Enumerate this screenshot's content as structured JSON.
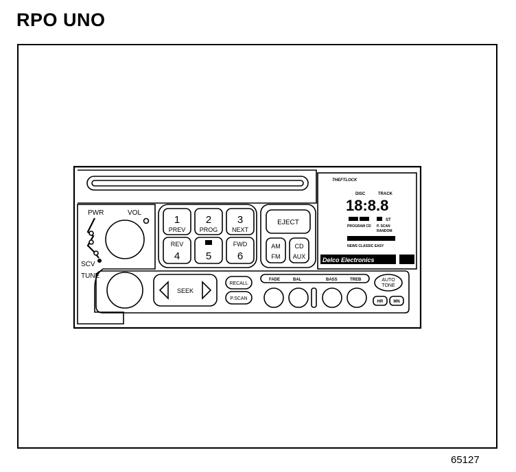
{
  "heading": "RPO UNO",
  "figure_number": "65127",
  "radio": {
    "left_labels": {
      "pwr": "PWR",
      "vol": "VOL",
      "scv": "SCV",
      "tune": "TUNE"
    },
    "presets": [
      {
        "num": "1",
        "label": "PREV"
      },
      {
        "num": "2",
        "label": "PROG"
      },
      {
        "num": "3",
        "label": "NEXT"
      },
      {
        "num": "4",
        "label": "REV"
      },
      {
        "num": "5",
        "label": ""
      },
      {
        "num": "6",
        "label": "FWD"
      }
    ],
    "eject": "EJECT",
    "am_fm": {
      "top": "AM",
      "bottom": "FM"
    },
    "cd_aux": {
      "top": "CD",
      "bottom": "AUX"
    },
    "seek": "SEEK",
    "recall": "RECALL",
    "pscan": "P.SCAN",
    "tone_labels": [
      "FADE",
      "BAL",
      "BASS",
      "TREB"
    ],
    "auto_tone": {
      "top": "AUTO",
      "bottom": "TONE"
    },
    "hr": "HR",
    "mn": "MN",
    "display": {
      "theftlock": "THEFTLOCK",
      "disc": "DISC",
      "track": "TRACK",
      "digits": "18:8.8",
      "st": "ST",
      "program_cd": "PROGRAM CD",
      "p_scan": "P. SCAN",
      "random": "RANDOM",
      "news_classic": "NEWS CLASSIC EASY",
      "brand": "Delco Electronics"
    }
  }
}
